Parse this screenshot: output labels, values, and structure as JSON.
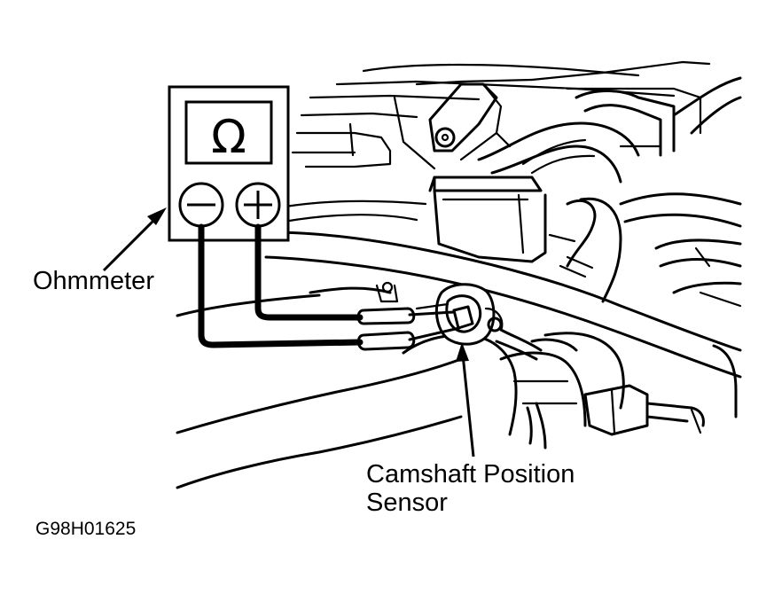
{
  "labels": {
    "ohmmeter": "Ohmmeter",
    "camshaft_line1": "Camshaft Position",
    "camshaft_line2": "Sensor",
    "figure_code": "G98H01625"
  },
  "meter": {
    "display_symbol": "Ω",
    "minus_symbol": "−",
    "plus_symbol": "+"
  },
  "colors": {
    "ink": "#000000",
    "paper": "#ffffff"
  }
}
